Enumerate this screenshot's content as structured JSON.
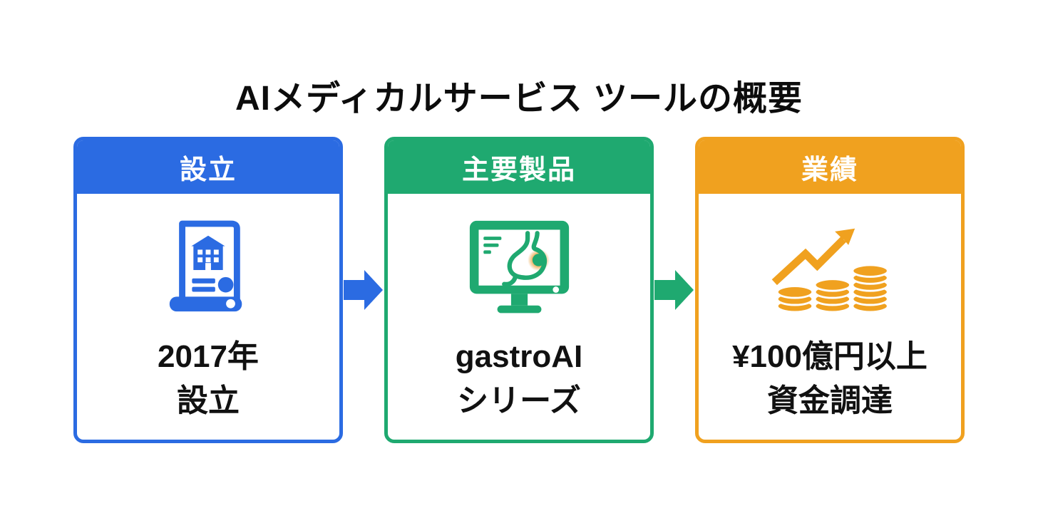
{
  "title": "AIメディカルサービス ツールの概要",
  "colors": {
    "blue": "#2b6be2",
    "green": "#1fa970",
    "orange": "#f0a11f",
    "lesion_glow": "#e8992e",
    "text": "#111111",
    "background": "#ffffff"
  },
  "cards": [
    {
      "header": "設立",
      "icon": "certificate-building-icon",
      "line1": "2017年",
      "line2": "設立",
      "color": "#2b6be2"
    },
    {
      "header": "主要製品",
      "icon": "endoscopy-monitor-icon",
      "line1": "gastroAI",
      "line2": "シリーズ",
      "color": "#1fa970"
    },
    {
      "header": "業績",
      "icon": "coins-growth-icon",
      "line1": "¥100億円以上",
      "line2": "資金調達",
      "color": "#f0a11f"
    }
  ],
  "arrows": [
    {
      "direction": "right",
      "color": "#2b6be2"
    },
    {
      "direction": "right",
      "color": "#1fa970"
    }
  ]
}
